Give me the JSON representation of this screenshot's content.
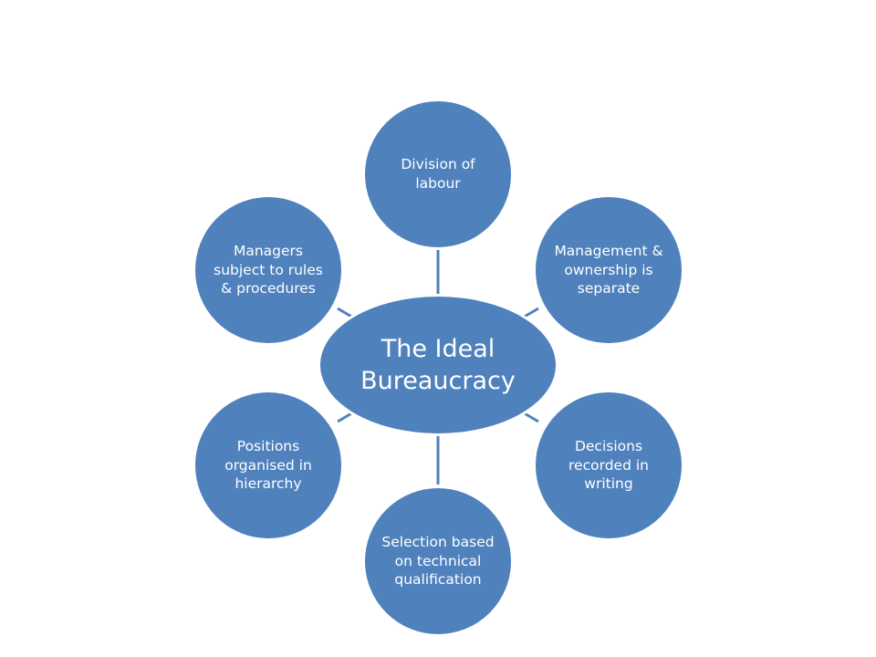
{
  "center": {
    "label": "The Ideal Bureaucracy"
  },
  "nodes": [
    {
      "id": "division-of-labour",
      "label": "Division of labour"
    },
    {
      "id": "management-ownership",
      "label": "Management & ownership is separate"
    },
    {
      "id": "decisions-writing",
      "label": "Decisions recorded in writing"
    },
    {
      "id": "selection-qualification",
      "label": "Selection based on technical qualification"
    },
    {
      "id": "positions-hierarchy",
      "label": "Positions organised in hierarchy"
    },
    {
      "id": "managers-rules",
      "label": "Managers subject to rules & procedures"
    }
  ],
  "colors": {
    "node_fill": "#4f81bd",
    "connector": "#4f81bd",
    "text": "#ffffff",
    "background": "#ffffff"
  }
}
